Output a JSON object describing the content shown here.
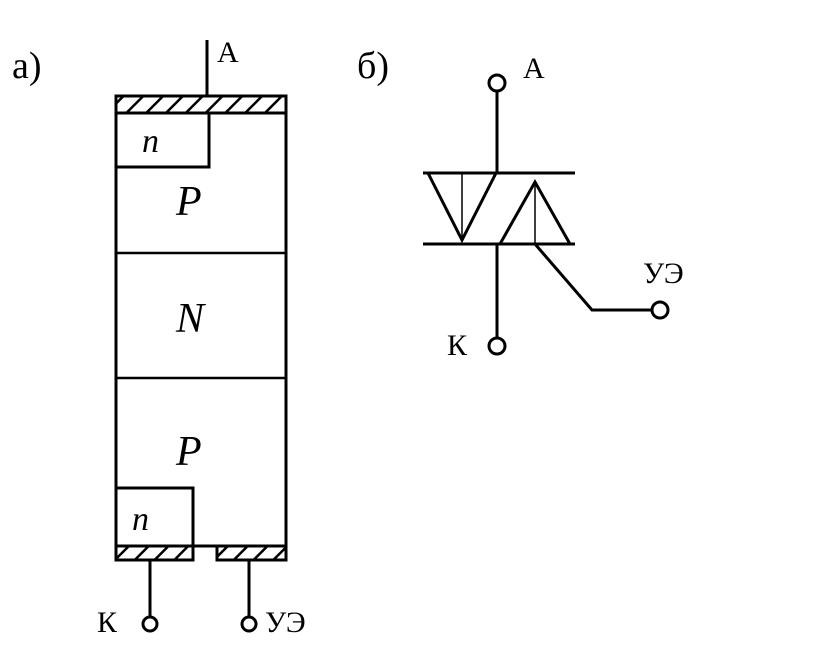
{
  "structure": {
    "label": "а)",
    "anode": "A",
    "cathode": "К",
    "gate": "УЭ",
    "layers": {
      "n_top": "n",
      "p_top": "P",
      "n_mid": "N",
      "p_bottom": "P",
      "n_bottom": "n"
    }
  },
  "symbol": {
    "label": "б)",
    "anode": "A",
    "cathode": "К",
    "gate": "УЭ"
  }
}
